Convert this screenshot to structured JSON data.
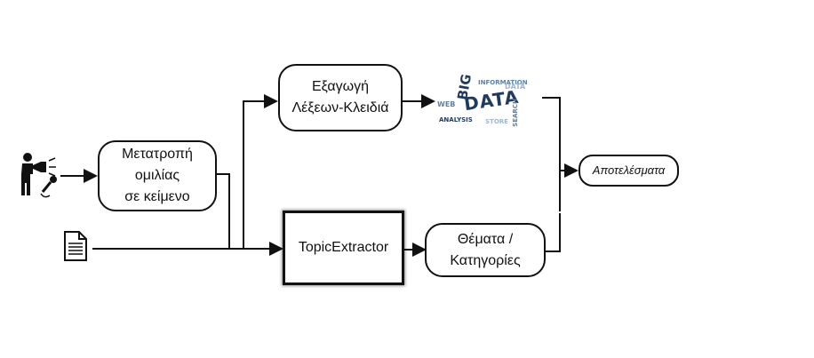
{
  "nodes": {
    "speech_to_text": "Μετατροπή\nομιλίας\nσε κείμενο",
    "keyword_extraction": "Εξαγωγή\nΛέξεων-Κλειδιά",
    "topic_extractor": "TopicExtractor",
    "topics": "Θέματα /\nΚατηγορίες",
    "results": "Αποτελέσματα"
  },
  "word_cloud": {
    "words": [
      "BIG",
      "DATA",
      "INFORMATION",
      "SEARCH",
      "DATA",
      "WEB",
      "ANALYSIS",
      "STORE"
    ]
  },
  "icons": [
    "speaker-with-microphone-icon",
    "document-icon",
    "word-cloud-image"
  ],
  "colors": {
    "line": "#111111",
    "cloud_dark": "#1f3a5f",
    "cloud_mid": "#5b82a8",
    "cloud_light": "#9fb6cc"
  }
}
